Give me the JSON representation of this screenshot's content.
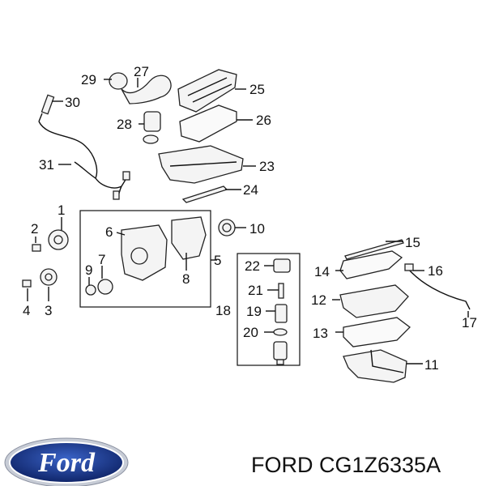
{
  "callouts": {
    "n1": "1",
    "n2": "2",
    "n3": "3",
    "n4": "4",
    "n5": "5",
    "n6": "6",
    "n7": "7",
    "n8": "8",
    "n9": "9",
    "n10": "10",
    "n11": "11",
    "n12": "12",
    "n13": "13",
    "n14": "14",
    "n15": "15",
    "n16": "16",
    "n17": "17",
    "n18": "18",
    "n19": "19",
    "n20": "20",
    "n21": "21",
    "n22": "22",
    "n23": "23",
    "n24": "24",
    "n25": "25",
    "n26": "26",
    "n27": "27",
    "n28": "28",
    "n29": "29",
    "n30": "30",
    "n31": "31"
  },
  "footer": {
    "brand": "Ford",
    "part_text": "FORD CG1Z6335A"
  },
  "colors": {
    "logo_blue": "#1b3a8c",
    "logo_ring": "#c7ccd6",
    "ink": "#111111"
  }
}
